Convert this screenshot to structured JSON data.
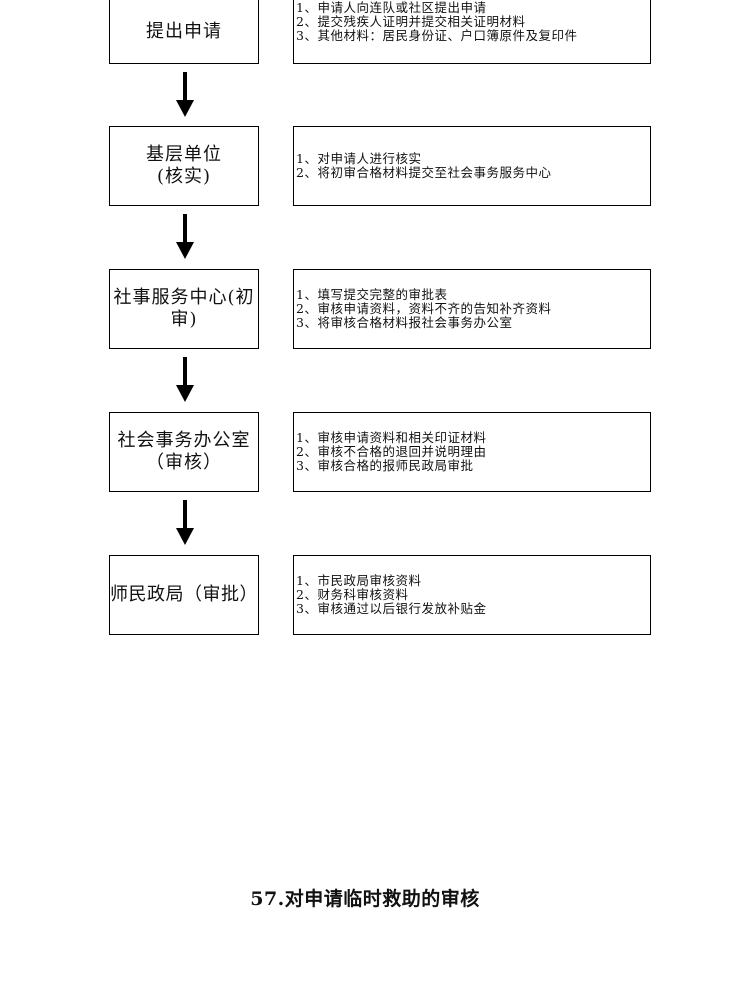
{
  "flow": {
    "steps": [
      {
        "title_lines": [
          "提出申请"
        ],
        "desc": [
          "1、申请人向连队或社区提出申请",
          "2、提交残疾人证明并提交相关证明材料",
          "3、其他材料：居民身份证、户口簿原件及复印件"
        ]
      },
      {
        "title_lines": [
          "基层单位",
          "(核实)"
        ],
        "desc": [
          "1、对申请人进行核实",
          "2、将初审合格材料提交至社会事务服务中心"
        ]
      },
      {
        "title_lines": [
          "社事服务中心(初",
          "审)"
        ],
        "desc": [
          "1、填写提交完整的审批表",
          "2、审核申请资料，资料不齐的告知补齐资料",
          "3、将审核合格材料报社会事务办公室"
        ]
      },
      {
        "title_lines": [
          "社会事务办公室",
          "（审核）"
        ],
        "desc": [
          "1、审核申请资料和相关印证材料",
          "2、审核不合格的退回并说明理由",
          "3、审核合格的报师民政局审批"
        ]
      },
      {
        "title_lines": [
          "师民政局（审批）"
        ],
        "desc": [
          "1、市民政局审核资料",
          "2、财务科审核资料",
          "3、审核通过以后银行发放补贴金"
        ]
      }
    ]
  },
  "caption": "57.对申请临时救助的审核"
}
